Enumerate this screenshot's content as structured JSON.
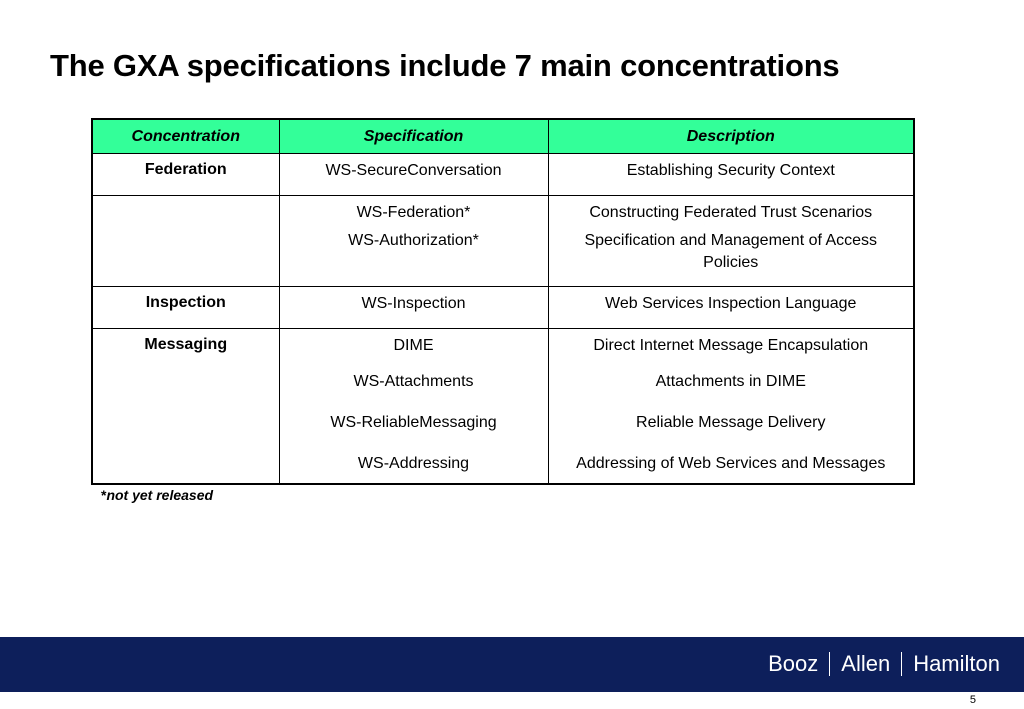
{
  "slide": {
    "title": "The GXA specifications include 7 main concentrations",
    "footnote_star": "*",
    "footnote_text": "not yet released",
    "page_number": "5",
    "logo": {
      "word1": "Booz",
      "word2": "Allen",
      "word3": "Hamilton"
    },
    "colors": {
      "header_fill": "#33ff99",
      "footer_band": "#0d1f5b"
    }
  },
  "table": {
    "headers": [
      "Concentration",
      "Specification",
      "Description"
    ],
    "rows": [
      {
        "concentration": "Federation",
        "specs": [
          {
            "spec": "WS-SecureConversation",
            "desc": "Establishing Security Context"
          }
        ]
      },
      {
        "concentration": "",
        "specs": [
          {
            "spec": "WS-Federation*",
            "desc": "Constructing Federated Trust Scenarios"
          },
          {
            "spec": "WS-Authorization*",
            "desc": "Specification and Management of Access Policies"
          }
        ]
      },
      {
        "concentration": "Inspection",
        "specs": [
          {
            "spec": "WS-Inspection",
            "desc": "Web Services Inspection Language"
          }
        ]
      },
      {
        "concentration": "Messaging",
        "specs": [
          {
            "spec": "DIME",
            "desc": "Direct Internet Message Encapsulation"
          },
          {
            "spec": "WS-Attachments",
            "desc": "Attachments in DIME"
          },
          {
            "spec": "WS-ReliableMessaging",
            "desc": "Reliable Message Delivery"
          },
          {
            "spec": "WS-Addressing",
            "desc": "Addressing of Web Services and Messages"
          }
        ]
      }
    ]
  }
}
